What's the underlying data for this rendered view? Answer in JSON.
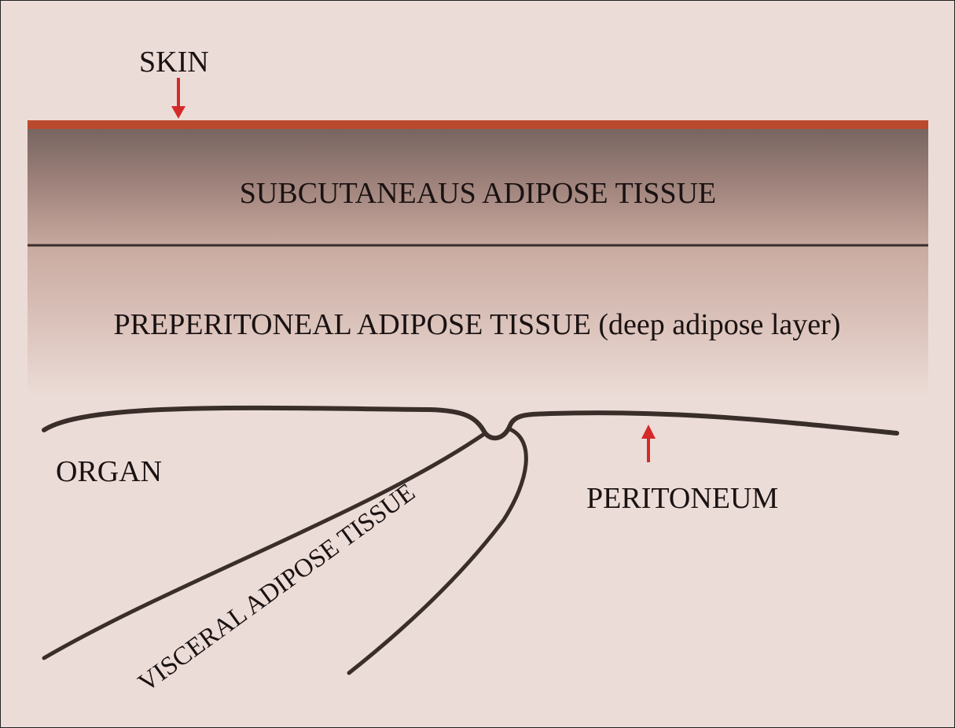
{
  "labels": {
    "skin": "SKIN",
    "subcutaneous": "SUBCUTANEAUS ADIPOSE TISSUE",
    "preperitoneal": "PREPERITONEAL ADIPOSE TISSUE (deep adipose layer)",
    "organ": "ORGAN",
    "peritoneum": "PERITONEUM",
    "visceral": "VISCERAL ADIPOSE TISSUE"
  },
  "colors": {
    "background": "#ecdcd7",
    "skin_layer": "#b94a2e",
    "subcutaneous_top": "#7a6660",
    "subcutaneous_bottom": "#c6a59b",
    "boundary_line": "#3a2e2a",
    "arrow": "#d42a2a"
  }
}
